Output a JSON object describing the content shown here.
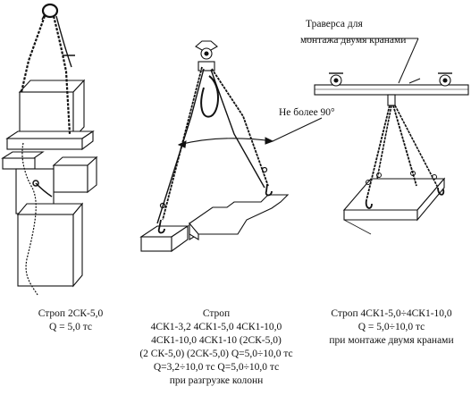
{
  "labels": {
    "traverse_line1": "Траверса для",
    "traverse_line2": "монтажа двумя кранами",
    "angle": "Не более 90°"
  },
  "captions": {
    "left": [
      "Строп 2СК-5,0",
      "Q = 5,0 тс"
    ],
    "middle": [
      "Строп",
      "4СК1-3,2  4СК1-5,0  4СК1-10,0",
      "4СК1-10,0  4СК1-10  (2СК-5,0)",
      "(2 СК-5,0)  (2СК-5,0)  Q=5,0÷10,0 тс",
      "Q=3,2÷10,0 тс  Q=5,0÷10,0 тс",
      "при разгрузке колонн"
    ],
    "right": [
      "Строп 4СК1-5,0÷4СК1-10,0",
      "Q = 5,0÷10,0 тс",
      "при монтаже двумя кранами"
    ]
  }
}
